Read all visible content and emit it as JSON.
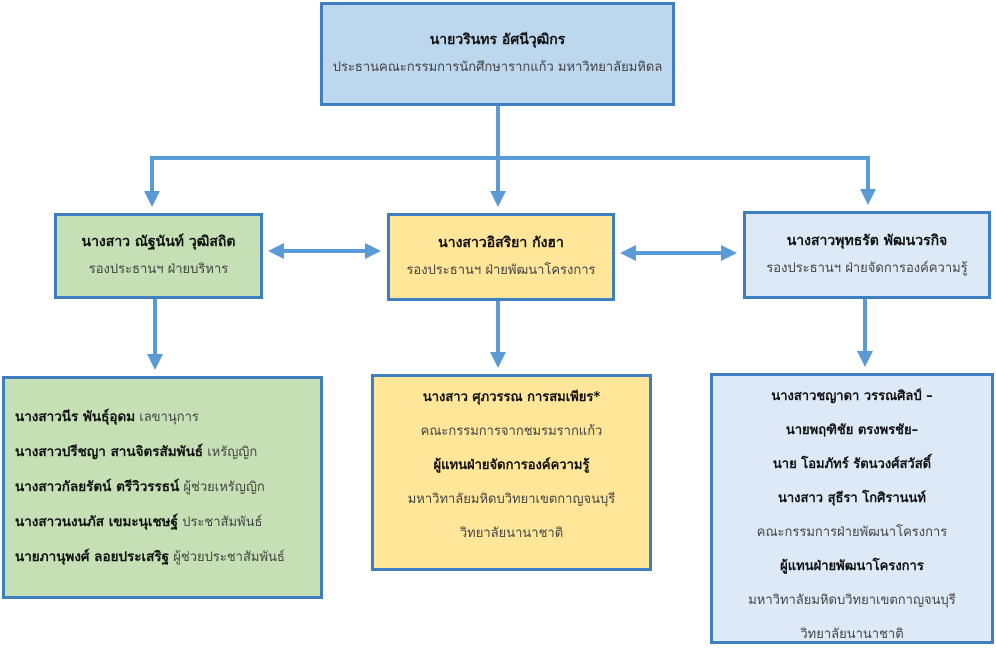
{
  "top": {
    "name": "นายวรินทร  อัศนีวุฒิกร",
    "role": "ประธานคณะกรรมการนักศึกษารากแก้ว มหาวิทยาลัยมหิดล"
  },
  "vice": [
    {
      "name": "นางสาว ณัฐนันท์ วุฒิสถิต",
      "role": "รองประธานฯ ฝ่ายบริหาร"
    },
    {
      "name": "นางสาวอิสริยา กังฮา",
      "role": "รองประธานฯ ฝ่ายพัฒนาโครงการ"
    },
    {
      "name": "นางสาวพุทธรัต พัฒนวรกิจ",
      "role": "รองประธานฯ ฝ่ายจัดการองค์ความรู้"
    }
  ],
  "admin_team": [
    {
      "name": "นางสาวนีร พันธุ์อุดม",
      "role": "เลขานุการ"
    },
    {
      "name": "นางสาวปรีชญา สานจิตรสัมพันธ์",
      "role": "เหรัญญิก"
    },
    {
      "name": "นางสาวกัลยรัตน์ ตรีวิวรรธน์",
      "role": "ผู้ช่วยเหรัญญิก"
    },
    {
      "name": "นางสาวนงนภัส เขมะนุเชษฐ์",
      "role": "ประชาสัมพันธ์"
    },
    {
      "name": "นายภานุพงศ์ ลอยประเสริฐ",
      "role": "ผู้ช่วยประชาสัมพันธ์"
    }
  ],
  "project_team": [
    {
      "text": "นางสาว ศุภวรรณ การสมเพียร*",
      "bold": true
    },
    {
      "text": "คณะกรรมการจากชมรมรากแก้ว",
      "bold": false
    },
    {
      "text": "ผู้แทนฝ่ายจัดการองค์ความรู้",
      "bold": true
    },
    {
      "text": "มหาวิทาลัยมหิดบวิทยาเขตกาญจนบุรี",
      "bold": false
    },
    {
      "text": "วิทยาลัยนานาชาติ",
      "bold": false
    }
  ],
  "knowledge_team": [
    {
      "text": "นางสาวชญาดา วรรณศิลป์ –",
      "bold": true
    },
    {
      "text": "นายพฤฑิชัย  ตรงพรชัย–",
      "bold": true
    },
    {
      "text": "นาย โอมภัทร์ รัตนวงศ์สวัสดิ์",
      "bold": true
    },
    {
      "text": "นางสาว สุธีรา โกศิรานนท์",
      "bold": true
    },
    {
      "text": "คณะกรรมการฝ่ายพัฒนาโครงการ",
      "bold": false
    },
    {
      "text": "ผู้แทนฝ่ายพัฒนาโครงการ",
      "bold": true
    },
    {
      "text": "มหาวิทาลัยมหิดบวิทยาเขตกาญจนบุรี",
      "bold": false
    },
    {
      "text": "วิทยาลัยนานาชาติ",
      "bold": false
    }
  ],
  "colors": {
    "connector": "#5b9bd5",
    "border": "#3f7fc0",
    "top": "#bdd7ee",
    "green": "#c5e0b4",
    "yellow": "#ffe699",
    "light": "#dde9f6"
  }
}
